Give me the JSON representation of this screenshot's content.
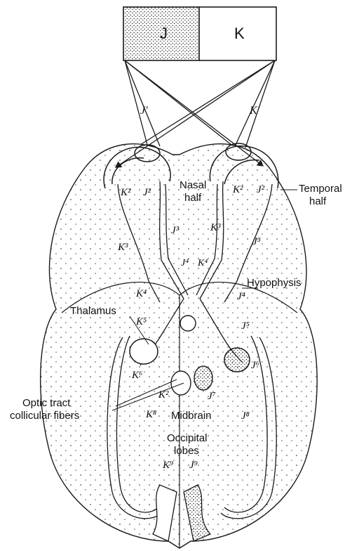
{
  "visual_field": {
    "left_label": "J",
    "right_label": "K"
  },
  "rays": {
    "left_ray": "J'",
    "right_ray": "K'"
  },
  "labels": {
    "nasal_half": "Nasal\nhalf",
    "temporal_half": "Temporal\nhalf",
    "hypophysis": "Hypophysis",
    "thalamus": "Thalamus",
    "optic_tract": "Optic tract\ncollicular fibers",
    "midbrain": "Midbrain",
    "occipital_lobes": "Occipital\nlobes"
  },
  "pathway_labels": {
    "l_eye_k2": "K²",
    "l_eye_j2": "J²",
    "r_eye_k2": "K²",
    "r_eye_j2": "J²",
    "l_k3": "K³",
    "l_j3": "J³",
    "r_k3": "K³",
    "r_j3": "J³",
    "chiasm_j4": "J⁴",
    "chiasm_k4": "K⁴",
    "l_k4": "K⁴",
    "r_j4": "J⁴",
    "l_k5": "K⁵",
    "r_j5": "J⁵",
    "l_k6": "K⁶",
    "r_j6": "J⁶",
    "mid_k2": "K²",
    "mid_j7": "J⁷",
    "l_k8": "K⁸",
    "r_j8": "J⁸",
    "l_k9": "K⁹",
    "r_j9": "J⁹"
  },
  "colors": {
    "ink": "#1a1a1a",
    "paper": "#ffffff",
    "stipple": "#555555"
  }
}
